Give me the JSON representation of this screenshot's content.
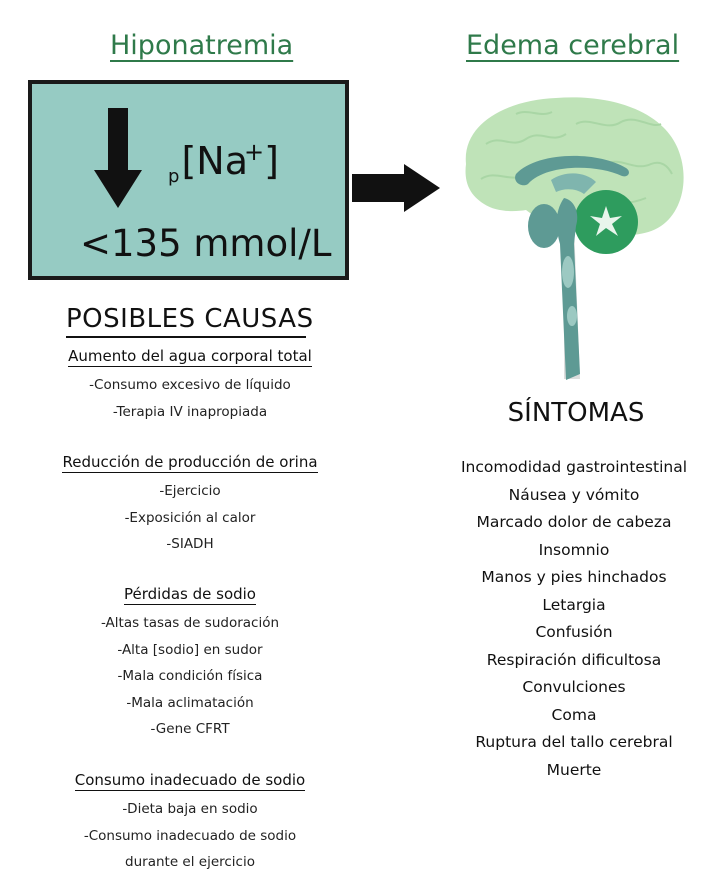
{
  "left_heading": "Hiponatremia",
  "right_heading": "Edema cerebral",
  "box": {
    "subscript": "p",
    "formula": "[Na",
    "superscript": "+",
    "formula_close": "]",
    "threshold": "<135 mmol/L"
  },
  "causes": {
    "title": "POSIBLES CAUSAS",
    "groups": [
      {
        "heading": "Aumento del agua corporal total",
        "items": [
          "-Consumo excesivo de líquido",
          "-Terapia IV inapropiada"
        ]
      },
      {
        "heading": "Reducción de producción de orina",
        "items": [
          "-Ejercicio",
          "-Exposición al calor",
          "-SIADH"
        ]
      },
      {
        "heading": "Pérdidas de sodio",
        "items": [
          "-Altas tasas de sudoración",
          "-Alta [sodio] en sudor",
          "-Mala condición física",
          "-Mala aclimatación",
          "-Gene CFRT"
        ]
      },
      {
        "heading": "Consumo inadecuado de sodio",
        "items": [
          "-Dieta baja en sodio",
          "-Consumo inadecuado de sodio",
          "durante el ejercicio"
        ]
      }
    ]
  },
  "symptoms": {
    "title": "SÍNTOMAS",
    "items": [
      "Incomodidad gastrointestinal",
      "Náusea y vómito",
      "Marcado dolor de cabeza",
      "Insomnio",
      "Manos y pies hinchados",
      "Letargia",
      "Confusión",
      "Respiración dificultosa",
      "Convulciones",
      "Coma",
      "Ruptura del tallo cerebral",
      "Muerte"
    ]
  },
  "colors": {
    "heading_green": "#2f7a4a",
    "box_fill": "#96cbc3",
    "brain_light": "#bfe3b8",
    "brain_teal": "#5e9a94",
    "brain_green": "#2e9c5e"
  },
  "icons": [
    "down-arrow-icon",
    "right-arrow-icon",
    "brain-icon"
  ]
}
